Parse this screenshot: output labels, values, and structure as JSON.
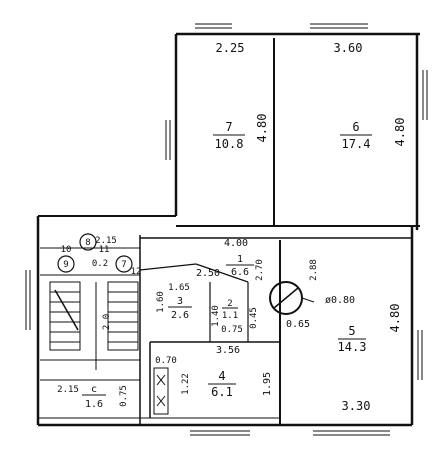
{
  "colors": {
    "ink": "#111111",
    "paper": "#ffffff"
  },
  "rooms": [
    {
      "id": "7",
      "number": "7",
      "area": "10.8",
      "width": "2.25",
      "length": "4.80"
    },
    {
      "id": "6",
      "number": "6",
      "area": "17.4",
      "width": "3.60",
      "length": "4.80"
    },
    {
      "id": "1",
      "number": "1",
      "area": "6.6",
      "width": "4.00",
      "length": "2.70"
    },
    {
      "id": "3",
      "number": "3",
      "area": "2.6",
      "width": "1.65",
      "length": "1.60"
    },
    {
      "id": "2",
      "number": "2",
      "area": "1.1",
      "width": "0.75",
      "length": "1.40"
    },
    {
      "id": "4",
      "number": "4",
      "area": "6.1",
      "width": "3.56",
      "length": "1.95",
      "extra": "0.70",
      "side": "1.22"
    },
    {
      "id": "5",
      "number": "5",
      "area": "14.3",
      "width": "3.30",
      "length": "4.80",
      "dim_extra": "2.88",
      "stove_dim": "0.65"
    },
    {
      "id": "c",
      "number": "c",
      "area": "1.6",
      "width": "2.15",
      "length": "0.75"
    }
  ],
  "stair": {
    "dim_a": "2.15",
    "dim_b": "0.2",
    "dim_c": "2.0",
    "markers": [
      "10",
      "8",
      "11",
      "9",
      "7",
      "12"
    ]
  },
  "misc": {
    "dim_250": "2.50",
    "dim_045": "0.45",
    "chimney": "ø0.80"
  }
}
